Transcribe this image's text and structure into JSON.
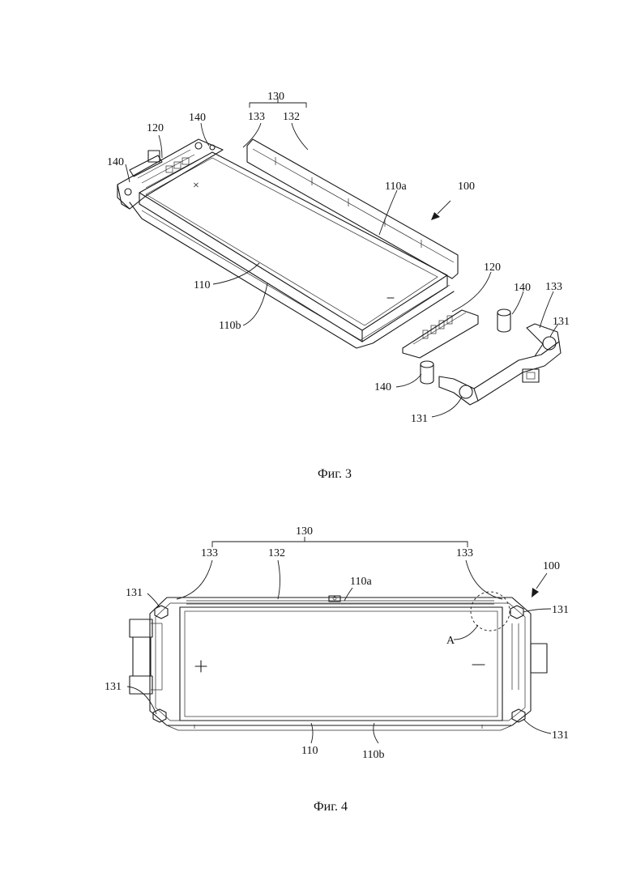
{
  "figure3": {
    "caption": "Фиг. 3",
    "labels": {
      "l130": "130",
      "l133": "133",
      "l132": "132",
      "l120": "120",
      "l140a": "140",
      "l140b": "140",
      "l110a": "110a",
      "l100": "100",
      "l110": "110",
      "l110b": "110b",
      "l120b": "120",
      "l140c": "140",
      "l133b": "133",
      "l131a": "131",
      "l140d": "140",
      "l131b": "131"
    }
  },
  "figure4": {
    "caption": "Фиг. 4",
    "labels": {
      "l130": "130",
      "l133a": "133",
      "l132": "132",
      "l133b": "133",
      "l100": "100",
      "l131a": "131",
      "l110a": "110a",
      "l131b": "131",
      "lA": "A",
      "l131c": "131",
      "l131d": "131",
      "l110": "110",
      "l110b": "110b"
    }
  }
}
